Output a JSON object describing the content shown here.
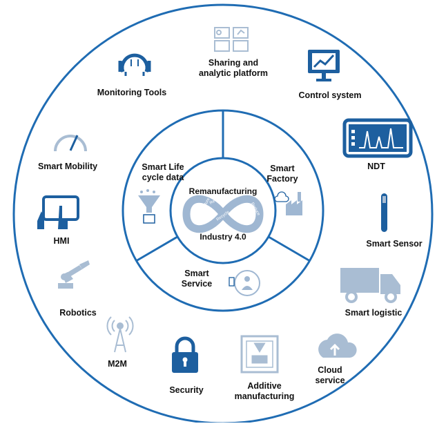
{
  "core": {
    "title": "Remanufacturing",
    "subtitle": "Industry 4.0",
    "loop_words": [
      "Remanufacture",
      "Reuse",
      "Recycle",
      "Reduce"
    ]
  },
  "inner_sectors": [
    {
      "id": "lifecycle",
      "label": "Smart Life\ncycle data",
      "icon": "funnel-data-icon"
    },
    {
      "id": "factory",
      "label": "Smart\nFactory",
      "icon": "factory-icon"
    },
    {
      "id": "service",
      "label": "Smart\nService",
      "icon": "service-person-icon"
    }
  ],
  "outer_items": [
    {
      "id": "sharing",
      "label": "Sharing and\nanalytic platform",
      "icon": "dashboard-icon"
    },
    {
      "id": "control",
      "label": "Control system",
      "icon": "monitor-chart-icon"
    },
    {
      "id": "ndt",
      "label": "NDT",
      "icon": "waveform-icon"
    },
    {
      "id": "sensor",
      "label": "Smart Sensor",
      "icon": "sensor-probe-icon"
    },
    {
      "id": "logistic",
      "label": "Smart logistic",
      "icon": "truck-icon"
    },
    {
      "id": "cloud",
      "label": "Cloud\nservice",
      "icon": "cloud-upload-icon"
    },
    {
      "id": "additive",
      "label": "Additive\nmanufacturing",
      "icon": "3d-printer-icon"
    },
    {
      "id": "security",
      "label": "Security",
      "icon": "padlock-icon"
    },
    {
      "id": "m2m",
      "label": "M2M",
      "icon": "antenna-icon"
    },
    {
      "id": "robotics",
      "label": "Robotics",
      "icon": "robot-arm-icon"
    },
    {
      "id": "hmi",
      "label": "HMI",
      "icon": "touch-tablet-icon"
    },
    {
      "id": "mobility",
      "label": "Smart Mobility",
      "icon": "gauge-icon"
    },
    {
      "id": "monitoring",
      "label": "Monitoring Tools",
      "icon": "monitoring-tool-icon"
    }
  ],
  "colors": {
    "ring": "#1f6cb3",
    "icon_dark": "#1d5f9f",
    "icon_light": "#a9bdd3",
    "text": "#111111"
  }
}
